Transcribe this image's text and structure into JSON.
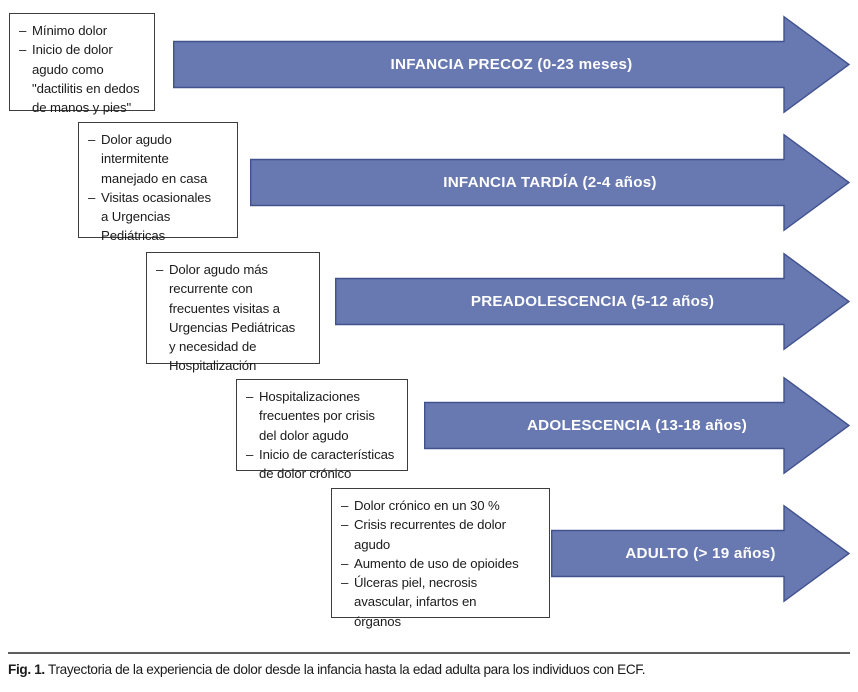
{
  "figure": {
    "caption_label": "Fig. 1.",
    "caption_text": "Trayectoria de la experiencia de dolor desde la infancia hasta la edad adulta para los individuos con ECF.",
    "accent_color": "#6878b0",
    "accent_border_color": "#42528f",
    "box_border_color": "#3d3d3d",
    "arrow_label_color": "#ffffff"
  },
  "stages": [
    {
      "id": "infancia-precoz",
      "arrow_label": "INFANCIA PRECOZ (0-23 meses)",
      "bullets": [
        "Mínimo dolor",
        "Inicio de dolor\nagudo como\n\"dactilitis en dedos\nde manos y pies\""
      ]
    },
    {
      "id": "infancia-tardia",
      "arrow_label": "INFANCIA TARDÍA (2-4 años)",
      "bullets": [
        "Dolor agudo\nintermitente\nmanejado en casa",
        "Visitas ocasionales\na Urgencias\nPediátricas"
      ]
    },
    {
      "id": "preadolescencia",
      "arrow_label": "PREADOLESCENCIA (5-12 años)",
      "bullets": [
        "Dolor agudo más\nrecurrente con\nfrecuentes visitas a\nUrgencias Pediátricas\ny necesidad de\nHospitalización"
      ]
    },
    {
      "id": "adolescencia",
      "arrow_label": "ADOLESCENCIA (13-18 años)",
      "bullets": [
        "Hospitalizaciones\nfrecuentes por crisis\ndel dolor agudo",
        "Inicio de características\nde dolor crónico"
      ]
    },
    {
      "id": "adulto",
      "arrow_label": "ADULTO (> 19 años)",
      "bullets": [
        "Dolor crónico en un 30 %",
        "Crisis recurrentes de dolor\nagudo",
        "Aumento de uso de opioides",
        "Úlceras piel, necrosis\navascular, infartos en\nórganos"
      ]
    }
  ],
  "bullet_marker": "–"
}
